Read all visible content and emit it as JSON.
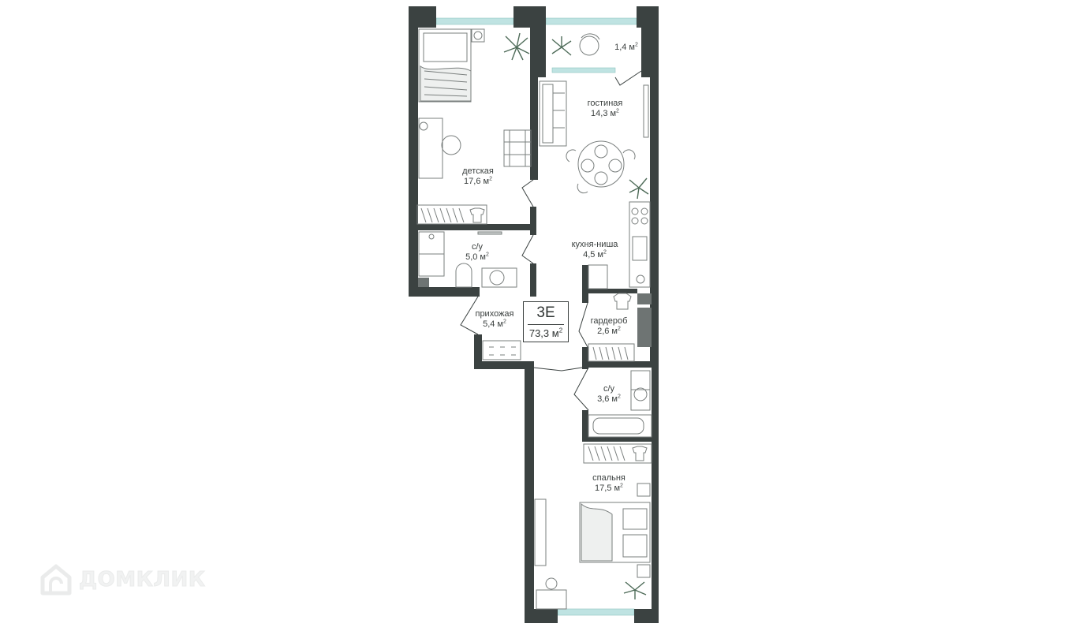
{
  "colors": {
    "wall": "#3b4241",
    "window": "#bfe3e2",
    "furniture": "#7a7f7e",
    "plant": "#4e6b58",
    "text": "#3a3f3e"
  },
  "unit": {
    "code": "3E",
    "area": "73,3 м",
    "area_sup": "2"
  },
  "rooms": [
    {
      "name": "детская",
      "area": "17,6 м",
      "sup": "2"
    },
    {
      "name": "",
      "area": "1,4 м",
      "sup": "2"
    },
    {
      "name": "гостиная",
      "area": "14,3 м",
      "sup": "2"
    },
    {
      "name": "с/у",
      "area": "5,0 м",
      "sup": "2"
    },
    {
      "name": "кухня-ниша",
      "area": "4,5 м",
      "sup": "2"
    },
    {
      "name": "прихожая",
      "area": "5,4 м",
      "sup": "2"
    },
    {
      "name": "гардероб",
      "area": "2,6 м",
      "sup": "2"
    },
    {
      "name": "с/у",
      "area": "3,6 м",
      "sup": "2"
    },
    {
      "name": "спальня",
      "area": "17,5 м",
      "sup": "2"
    }
  ],
  "watermark": {
    "text": "ДОМКЛИК",
    "icon": "domclick-house-icon"
  }
}
